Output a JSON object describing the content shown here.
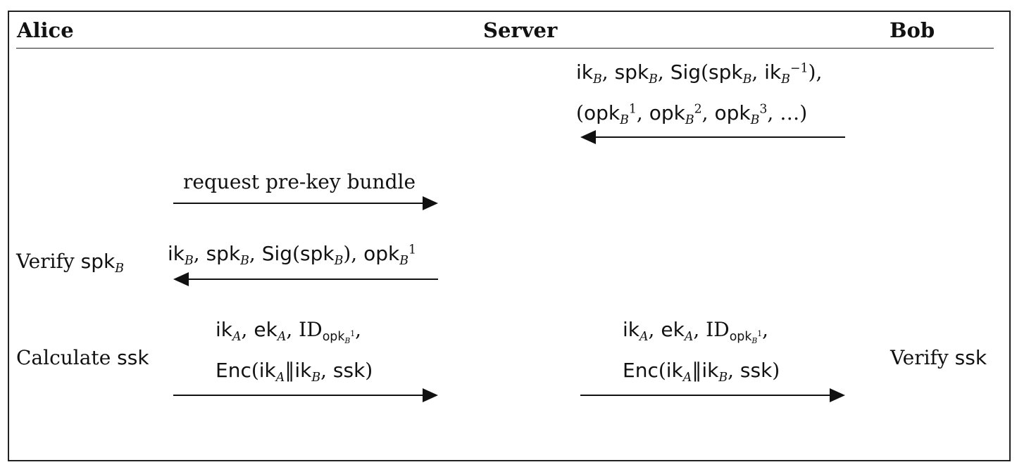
{
  "header": {
    "alice": "Alice",
    "server": "Server",
    "bob": "Bob"
  },
  "msg1": {
    "line1": {
      "ik": "ik",
      "B": "B",
      "spk": "spk",
      "sig": "Sig",
      "inv": "−1"
    },
    "line2": {
      "opk": "opk",
      "s1": "1",
      "s2": "2",
      "s3": "3",
      "dots": "…"
    }
  },
  "msg2": {
    "text": "request pre-key bundle"
  },
  "msg3": {
    "ik": "ik",
    "spk": "spk",
    "sig": "Sig",
    "opk": "opk",
    "B": "B",
    "s1": "1"
  },
  "msg4": {
    "ik": "ik",
    "ek": "ek",
    "A": "A",
    "B": "B",
    "id": "ID",
    "opk": "opk",
    "s1": "1",
    "enc": "Enc",
    "ssk": "ssk"
  },
  "side": {
    "verify_spk": "Verify ",
    "spk": "spk",
    "B": "B",
    "calculate": "Calculate ",
    "ssk": "ssk",
    "verify_ssk": "Verify "
  }
}
